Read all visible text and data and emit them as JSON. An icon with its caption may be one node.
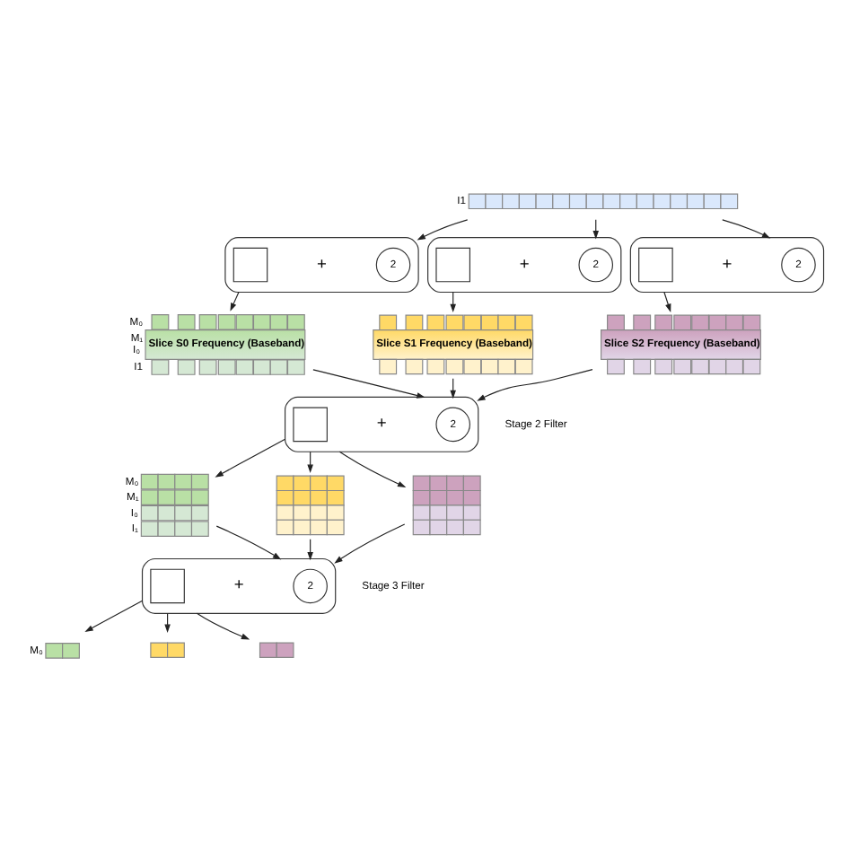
{
  "diagram": {
    "nodes": [
      {
        "text": [],
        "shape": "bar",
        "beside": [
          "I1"
        ]
      },
      {
        "text": [],
        "shape": "box"
      },
      {
        "text": [],
        "shape": "box",
        "in": 1
      },
      {
        "text": [
          "2"
        ],
        "in": 1
      },
      {
        "text": [],
        "shape": "box"
      },
      {
        "text": [],
        "shape": "box",
        "in": 4
      },
      {
        "text": [
          "2"
        ],
        "in": 4
      },
      {
        "text": [],
        "shape": "box"
      },
      {
        "text": [],
        "shape": "box",
        "in": 7
      },
      {
        "text": [
          "2"
        ],
        "in": 7
      },
      {
        "text": [
          "Slice S0 Frequency (Baseband)"
        ],
        "beside": [
          "M₀",
          "M₁",
          "I₀",
          "I1"
        ]
      },
      {
        "text": [
          "Slice S1 Frequency (Baseband)"
        ]
      },
      {
        "text": [
          "Slice S2 Frequency (Baseband)"
        ]
      },
      {
        "text": [],
        "shape": "box",
        "beside": [
          "Stage 2 Filter"
        ]
      },
      {
        "text": [],
        "shape": "box",
        "in": 13
      },
      {
        "text": [
          "2"
        ],
        "in": 13
      },
      {
        "text": [],
        "shape": "box",
        "beside": [
          "M₀",
          "M₁",
          "I₀",
          "I₁"
        ]
      },
      {
        "text": [],
        "shape": "box"
      },
      {
        "text": [],
        "shape": "box"
      },
      {
        "text": [],
        "shape": "box",
        "beside": [
          "Stage 3 Filter"
        ]
      },
      {
        "text": [],
        "shape": "box",
        "in": 19
      },
      {
        "text": [
          "2"
        ],
        "in": 19
      },
      {
        "text": [],
        "shape": "box",
        "beside": [
          "M₀"
        ]
      },
      {
        "text": [],
        "shape": "box"
      },
      {
        "text": [],
        "shape": "box"
      }
    ],
    "edges": [
      {
        "from": 0,
        "to": 1,
        "arrow": "to"
      },
      {
        "from": 0,
        "to": 4,
        "arrow": "to"
      },
      {
        "from": 0,
        "to": 7,
        "arrow": "to"
      },
      {
        "from": 1,
        "to": 10,
        "arrow": "to"
      },
      {
        "from": 4,
        "to": 11,
        "arrow": "to"
      },
      {
        "from": 7,
        "to": 12,
        "arrow": "to"
      },
      {
        "from": 10,
        "to": 13,
        "arrow": "to"
      },
      {
        "from": 11,
        "to": 13,
        "arrow": "to"
      },
      {
        "from": 12,
        "to": 13,
        "arrow": "to"
      },
      {
        "from": 13,
        "to": 16,
        "arrow": "to"
      },
      {
        "from": 13,
        "to": 17,
        "arrow": "to"
      },
      {
        "from": 13,
        "to": 18,
        "arrow": "to"
      },
      {
        "from": 16,
        "to": 19,
        "arrow": "to"
      },
      {
        "from": 17,
        "to": 19,
        "arrow": "to"
      },
      {
        "from": 18,
        "to": 19,
        "arrow": "to"
      },
      {
        "from": 19,
        "to": 22,
        "arrow": "to"
      },
      {
        "from": 19,
        "to": 23,
        "arrow": "to"
      },
      {
        "from": 19,
        "to": 24,
        "arrow": "to"
      }
    ],
    "labels": [
      "+",
      "+",
      "+",
      "+",
      "+"
    ]
  }
}
